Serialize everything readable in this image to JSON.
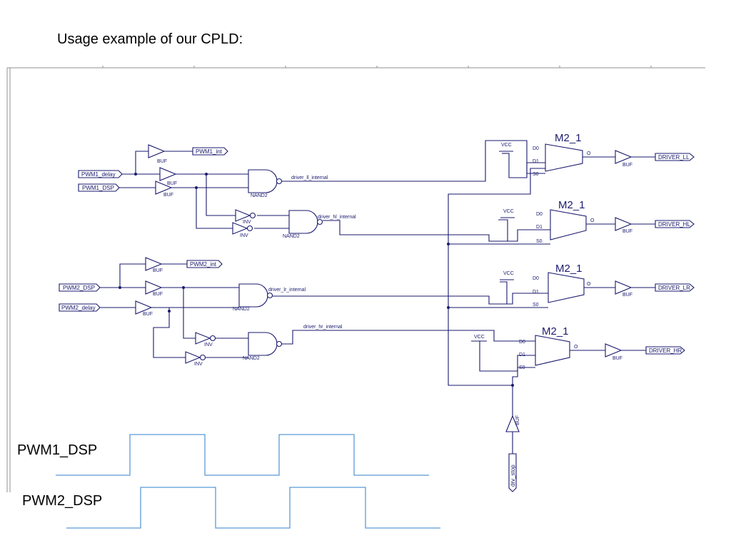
{
  "title": "Usage example of our CPLD:",
  "gates": {
    "buf": "BUF",
    "inv": "INV",
    "nand": "NAND2",
    "mux": "M2_1",
    "vcc": "VCC",
    "d0": "D0",
    "d1": "D1",
    "s0": "S0",
    "o": "O"
  },
  "ports": {
    "pwm1_delay": "PWM1_delay",
    "pwm1_dsp": "PWM1_DSP",
    "pwm1_int": "PWM1_int",
    "pwm2_dsp": "PWM2_DSP",
    "pwm2_delay": "PWM2_delay",
    "pwm2_int": "PWM2_int",
    "driver_ll": "DRIVER_LL",
    "driver_hl": "DRIVER_HL",
    "driver_lr": "DRIVER_LR",
    "driver_hr": "DRIVER_HR",
    "drv_stop": "drv_stop"
  },
  "nets": {
    "ll": "driver_ll_internal",
    "hl": "driver_hl_internal",
    "lr": "driver_lr_internal",
    "hr": "driver_hr_internal"
  },
  "waveforms": {
    "label1": "PWM1_DSP",
    "label2": "PWM2_DSP"
  },
  "colors": {
    "schematic": "#1a1a6e",
    "waveform": "#5b9bd5"
  }
}
